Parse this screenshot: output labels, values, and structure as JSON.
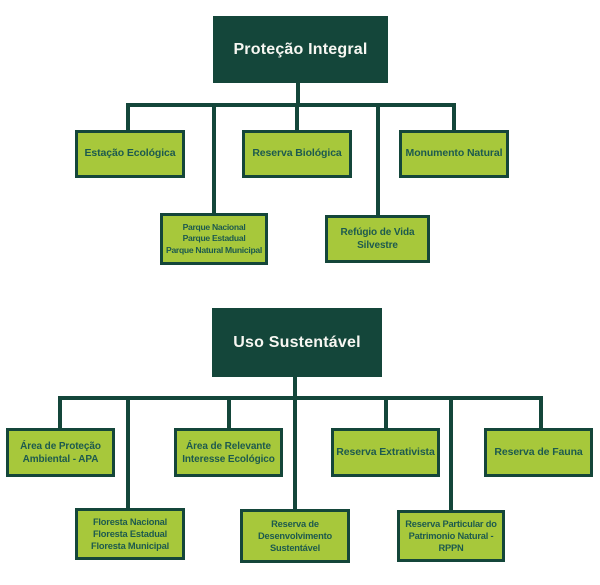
{
  "colors": {
    "dark_green": "#14463a",
    "light_green": "#a7c83b",
    "label_text": "#1d5a4e",
    "root_text": "#f7f7f2"
  },
  "sections": [
    {
      "root_label": "Proteção Integral",
      "children": [
        {
          "label": "Estação Ecológica"
        },
        {
          "label": "Reserva Biológica"
        },
        {
          "label": "Monumento Natural"
        },
        {
          "label": "Parque Nacional\nParque Estadual\nParque Natural Municipal"
        },
        {
          "label": "Refúgio de Vida\nSilvestre"
        }
      ]
    },
    {
      "root_label": "Uso Sustentável",
      "children": [
        {
          "label": "Área de Proteção\nAmbiental - APA"
        },
        {
          "label": "Área de Relevante\nInteresse Ecológico"
        },
        {
          "label": "Reserva Extrativista"
        },
        {
          "label": "Reserva de Fauna"
        },
        {
          "label": "Floresta Nacional\nFloresta Estadual\nFloresta Municipal"
        },
        {
          "label": "Reserva de\nDesenvolvimento\nSustentável"
        },
        {
          "label": "Reserva Particular do\nPatrimonio Natural -\nRPPN"
        }
      ]
    }
  ]
}
